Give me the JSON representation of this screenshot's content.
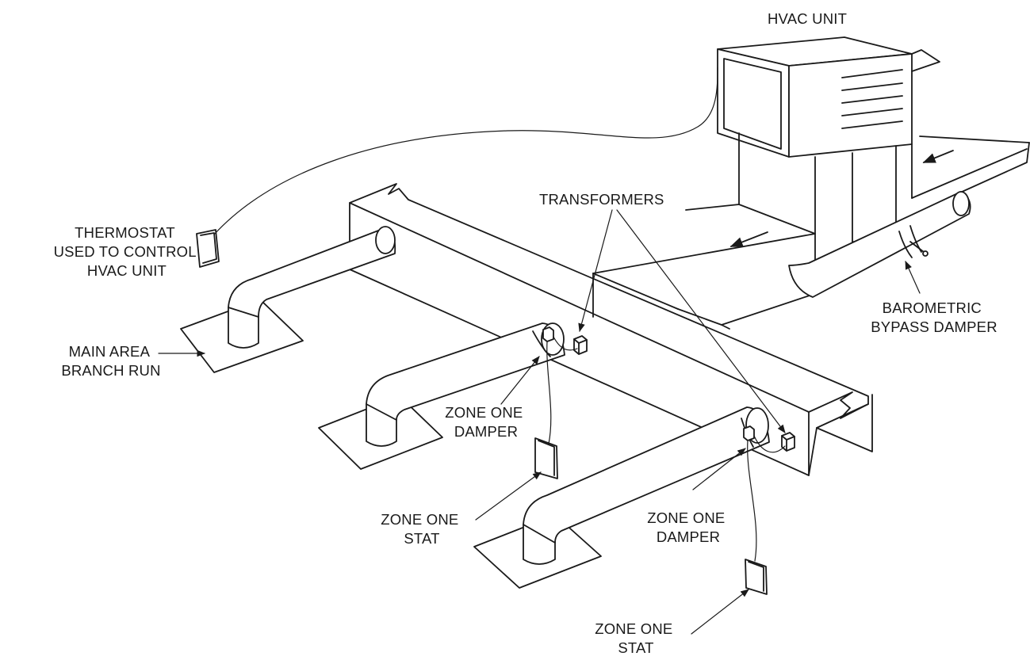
{
  "labels": {
    "hvac_unit": "HVAC UNIT",
    "transformers": "TRANSFORMERS",
    "thermostat": [
      "THERMOSTAT",
      "USED TO CONTROL",
      "HVAC UNIT"
    ],
    "barometric": [
      "BAROMETRIC",
      "BYPASS DAMPER"
    ],
    "main_area": [
      "MAIN AREA",
      "BRANCH RUN"
    ],
    "zone_damper_1": [
      "ZONE ONE",
      "DAMPER"
    ],
    "zone_stat_1": [
      "ZONE ONE",
      "STAT"
    ],
    "zone_damper_2": [
      "ZONE ONE",
      "DAMPER"
    ],
    "zone_stat_2": [
      "ZONE ONE",
      "STAT"
    ]
  },
  "colors": {
    "line": "#1a1a1a",
    "background": "#ffffff"
  }
}
